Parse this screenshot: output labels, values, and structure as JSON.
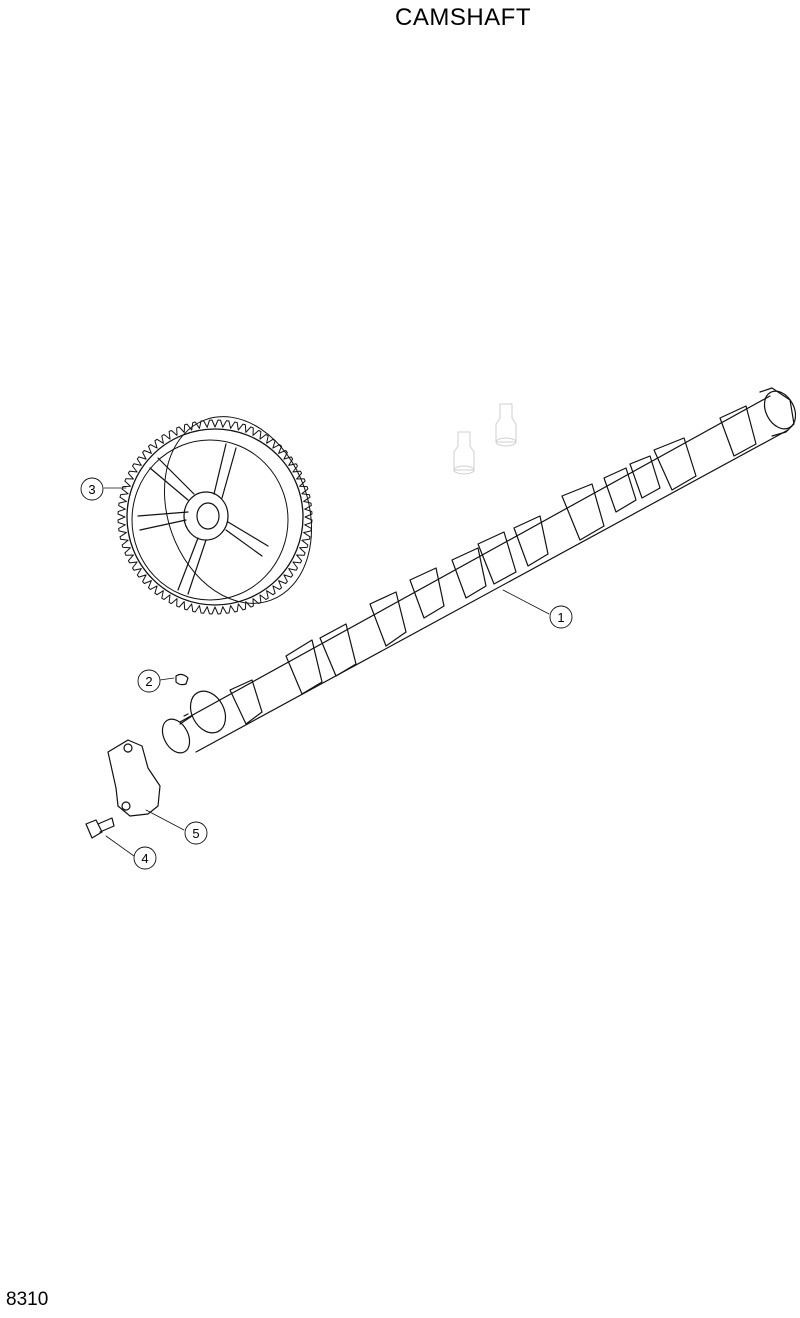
{
  "title": "CAMSHAFT",
  "page_code": "8310",
  "callouts": [
    "1",
    "2",
    "3",
    "4",
    "5"
  ]
}
